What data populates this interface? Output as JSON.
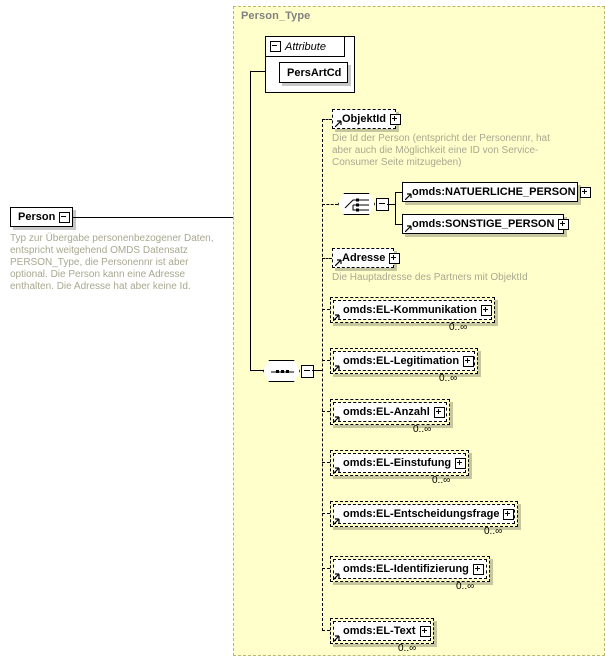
{
  "diagram": {
    "type": "xml-schema",
    "root_element": {
      "name": "Person",
      "expander": "minus",
      "documentation": "Typ zur Übergabe personenbezogener Daten, entspricht weitgehend OMDS Datensatz PERSON_Type, die Personennr ist aber optional. Die Person kann eine Adresse enthalten. Die Adresse hat aber keine Id."
    },
    "complex_type": {
      "name": "Person_Type"
    },
    "attribute_group": {
      "label": "Attribute",
      "expander": "minus",
      "attributes": [
        {
          "name": "PersArtCd"
        }
      ]
    },
    "sequence": {
      "symbol": "sequence",
      "expander": "minus",
      "children": [
        {
          "name": "ObjektId",
          "expander": "plus",
          "occurrence": "optional",
          "border": "dashed",
          "documentation": "Die Id der Person (entspricht der Personennr, hat aber auch die Möglichkeit eine ID von Service-Consumer Seite mitzugeben)"
        },
        {
          "name": "choice",
          "symbol": "choice",
          "expander": "minus",
          "options": [
            {
              "name": "omds:NATUERLICHE_PERSON",
              "expander": "plus",
              "border": "solid"
            },
            {
              "name": "omds:SONSTIGE_PERSON",
              "expander": "plus",
              "border": "solid"
            }
          ]
        },
        {
          "name": "Adresse",
          "expander": "plus",
          "occurrence": "optional",
          "border": "dashed",
          "documentation": "Die Hauptadresse des Partners mit ObjektId"
        },
        {
          "name": "omds:EL-Kommunikation",
          "expander": "plus",
          "border": "dashed-double",
          "cardinality": "0..∞"
        },
        {
          "name": "omds:EL-Legitimation",
          "expander": "plus",
          "border": "dashed-double",
          "cardinality": "0..∞"
        },
        {
          "name": "omds:EL-Anzahl",
          "expander": "plus",
          "border": "dashed-double",
          "cardinality": "0..∞"
        },
        {
          "name": "omds:EL-Einstufung",
          "expander": "plus",
          "border": "dashed-double",
          "cardinality": "0..∞"
        },
        {
          "name": "omds:EL-Entscheidungsfrage",
          "expander": "plus",
          "border": "dashed-double",
          "cardinality": "0..∞"
        },
        {
          "name": "omds:EL-Identifizierung",
          "expander": "plus",
          "border": "dashed-double",
          "cardinality": "0..∞"
        },
        {
          "name": "omds:EL-Text",
          "expander": "plus",
          "border": "dashed-double",
          "cardinality": "0..∞"
        }
      ]
    },
    "colors": {
      "type_background": "#ffffcc",
      "type_border": "#b8b870",
      "node_border": "#000000",
      "documentation_text": "#a8a890",
      "type_title": "#808080",
      "page_background": "#ffffff"
    }
  }
}
